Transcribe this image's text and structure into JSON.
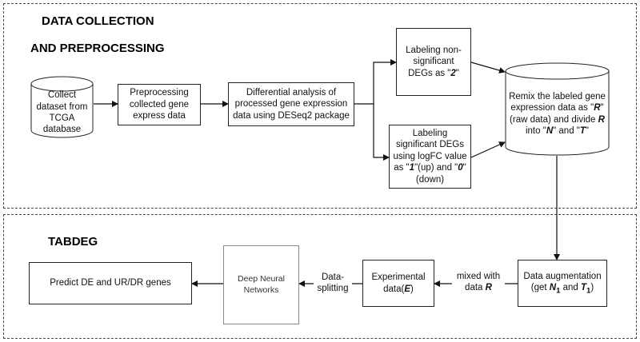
{
  "sections": {
    "top": {
      "title_line1": "DATA COLLECTION",
      "title_line2": "AND PREPROCESSING"
    },
    "bottom": {
      "title": "TABDEG"
    }
  },
  "nodes": {
    "collect": "Collect dataset from TCGA database",
    "preprocess": "Preprocessing collected gene express data",
    "differential": "Differential analysis of processed gene expression data using DESeq2 package",
    "nonsig": {
      "text": "Labeling non-significant DEGs as \"",
      "value": "2",
      "close": "\""
    },
    "sig": {
      "text": "Labeling significant DEGs using logFC value as \"",
      "up_value": "1",
      "up_text": "\"(up) and \"",
      "down_value": "0",
      "down_text": "\"(down)"
    },
    "remix": {
      "t1": "Remix the labeled gene expression data as \"",
      "r": "R",
      "t2": "\" (raw data) and divide ",
      "r2": "R",
      "t3": " into \"",
      "n": "N",
      "t4": "\" and \"",
      "t": "T",
      "t5": "\""
    },
    "augment": {
      "t1": "Data augmentation (get ",
      "n": "N",
      "n_sub": "1",
      "t2": " and ",
      "t": "T",
      "t_sub": "1",
      "t3": ")"
    },
    "experimental": {
      "t1": "Experimental data(",
      "e": "E",
      "t2": ")"
    },
    "dnn": "Deep Neural Networks",
    "predict": "Predict DE and UR/DR genes"
  },
  "edge_labels": {
    "mixed": {
      "t1": "mixed with data ",
      "r": "R"
    },
    "split": "Data-splitting"
  }
}
